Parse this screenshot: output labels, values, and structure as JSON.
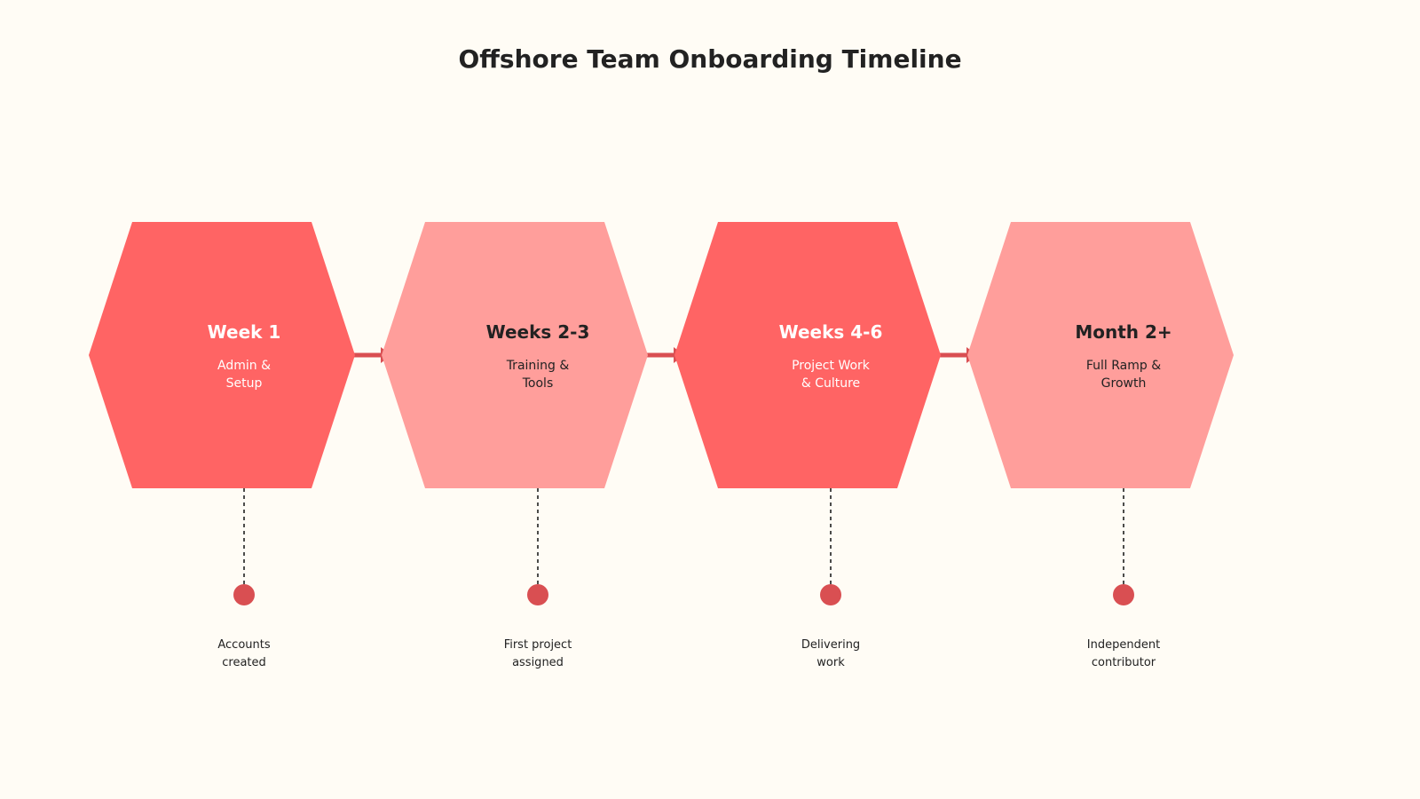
{
  "title": "Offshore Team Onboarding Timeline",
  "colors": {
    "background": "#fffcf5",
    "hex_strong": "#ff6464",
    "hex_light": "#ff9e9b",
    "accent": "#d94f52",
    "text_dark": "#222222",
    "text_light": "#ffffff"
  },
  "phases": [
    {
      "title": "Week 1",
      "subtitle": [
        "Admin &",
        "Setup"
      ],
      "milestone": [
        "Accounts",
        "created"
      ],
      "style": "strong"
    },
    {
      "title": "Weeks 2-3",
      "subtitle": [
        "Training &",
        "Tools"
      ],
      "milestone": [
        "First project",
        "assigned"
      ],
      "style": "light"
    },
    {
      "title": "Weeks 4-6",
      "subtitle": [
        "Project Work",
        "& Culture"
      ],
      "milestone": [
        "Delivering",
        "work"
      ],
      "style": "strong"
    },
    {
      "title": "Month 2+",
      "subtitle": [
        "Full Ramp &",
        "Growth"
      ],
      "milestone": [
        "Independent",
        "contributor"
      ],
      "style": "light"
    }
  ]
}
